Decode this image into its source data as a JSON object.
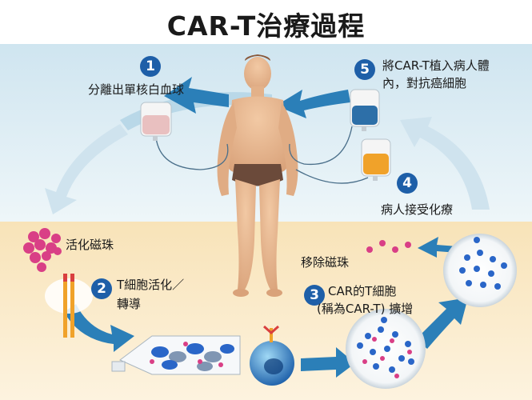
{
  "title": "CAR-T治療過程",
  "steps": [
    {
      "num": "1",
      "text": "分離出單核白血球"
    },
    {
      "num": "2",
      "line1": "T細胞活化／",
      "line2": "轉導"
    },
    {
      "num": "3",
      "line1": "CAR的T細胞",
      "line2": "(稱為CAR-T) 擴增"
    },
    {
      "num": "4",
      "text": "病人接受化療"
    },
    {
      "num": "5",
      "line1": "將CAR-T植入病人體",
      "line2": "內，對抗癌細胞"
    }
  ],
  "labels": {
    "activate_beads": "活化磁珠",
    "remove_beads": "移除磁珠"
  },
  "colors": {
    "step_circle": "#1e5fa8",
    "arrow": "#2b7fb8",
    "bead": "#d93f86",
    "cart_cell": "#2a66c8",
    "sky": "#dcecf3",
    "floor": "#f8e3b8"
  }
}
